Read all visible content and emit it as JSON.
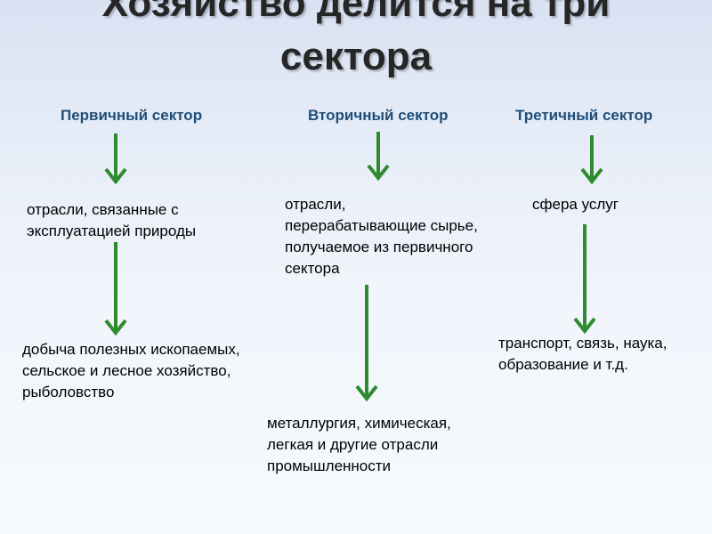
{
  "title": {
    "line1": "Хозяйство делится на три",
    "line2": "сектора"
  },
  "sectors": [
    {
      "label": "Первичный сектор",
      "level1": [
        "отрасли, связанные с",
        "эксплуатацией природы"
      ],
      "level2": [
        "добыча полезных ископаемых,",
        "сельское и лесное хозяйство,",
        "рыболовство"
      ]
    },
    {
      "label": "Вторичный сектор",
      "level1": [
        "отрасли,",
        "перерабатывающие сырье,",
        "получаемое из первичного",
        "сектора"
      ],
      "level2": [
        "металлургия, химическая,",
        "легкая и другие отрасли",
        "промышленности"
      ]
    },
    {
      "label": "Третичный сектор",
      "level1": [
        "сфера услуг"
      ],
      "level2": [
        "транспорт, связь, наука,",
        "образование и т.д."
      ]
    }
  ],
  "colors": {
    "arrow": "#2e8b2e",
    "heading": "#1f4e79",
    "title": "#262626"
  }
}
